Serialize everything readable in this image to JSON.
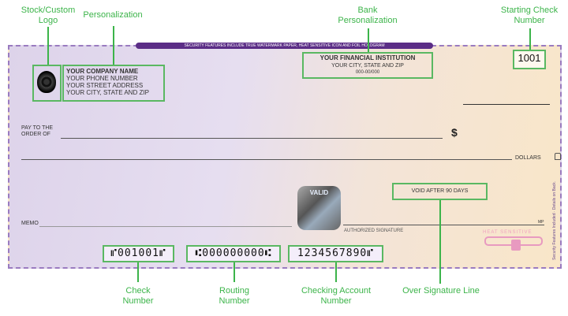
{
  "callouts": {
    "logo": "Stock/Custom Logo",
    "personalization": "Personalization",
    "bank": "Bank Personalization",
    "starting_check": "Starting Check Number",
    "check_number": "Check Number",
    "routing_number": "Routing Number",
    "account_number": "Checking Account Number",
    "over_signature": "Over Signature Line"
  },
  "check": {
    "security_banner": "SECURITY FEATURES INCLUDE TRUE WATERMARK PAPER, HEAT SENSITIVE ICON AND FOIL HOLOGRAM",
    "company": {
      "name": "YOUR COMPANY NAME",
      "phone": "YOUR PHONE NUMBER",
      "street": "YOUR STREET ADDRESS",
      "city": "YOUR CITY, STATE AND ZIP"
    },
    "bank": {
      "name": "YOUR FINANCIAL INSTITUTION",
      "city": "YOUR CITY, STATE AND ZIP",
      "fraction": "000-00/000"
    },
    "check_no": "1001",
    "pay_to": "PAY TO THE",
    "order_of": "ORDER OF",
    "dollar_sign": "$",
    "dollars": "DOLLARS",
    "void": "VOID AFTER 90 DAYS",
    "memo": "MEMO",
    "authorized": "AUTHORIZED SIGNATURE",
    "mp": "MP",
    "heat": "HEAT SENSITIVE",
    "hologram": "VALID",
    "side_text": "Security Features Included · Details on Back.",
    "micr_check": "⑈001001⑈",
    "micr_routing": "⑆000000000⑆",
    "micr_account": "1234567890⑈"
  },
  "colors": {
    "accent": "#3cb44a",
    "border": "#9a7bc0",
    "banner": "#5b2d86"
  }
}
